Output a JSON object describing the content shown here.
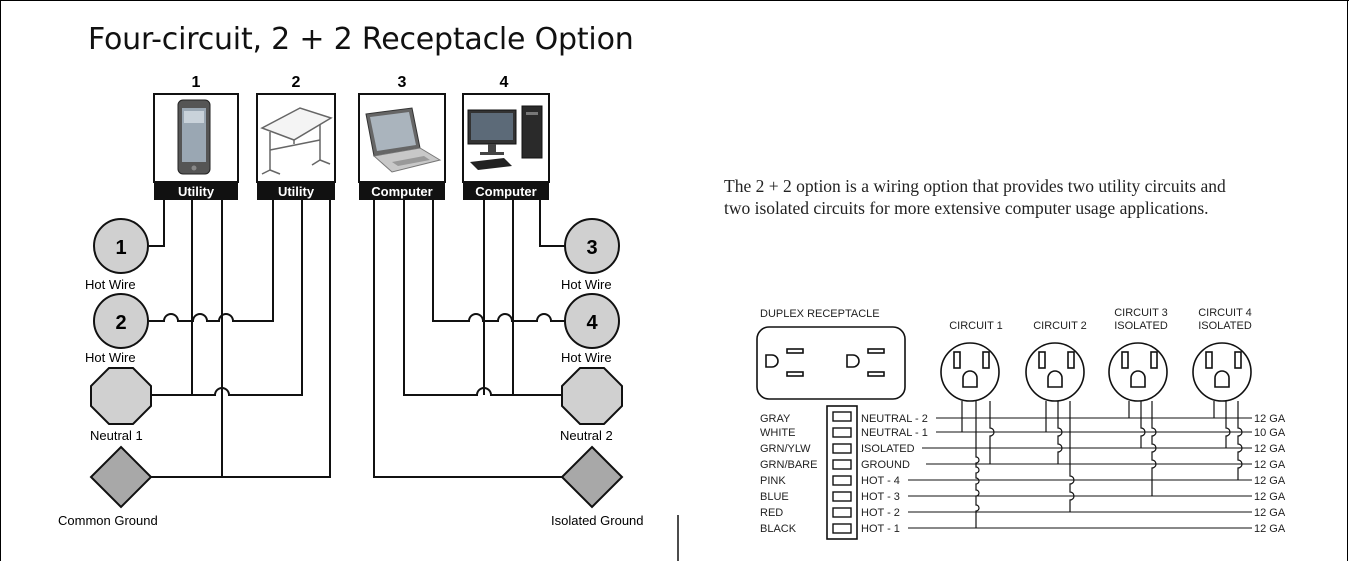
{
  "title": "Four-circuit, 2 + 2 Receptacle Option",
  "description": "The 2 + 2 option is a wiring option that provides two utility circuits and two isolated circuits for more extensive computer usage applications.",
  "left_diagram": {
    "circuits": [
      {
        "number": "1",
        "label": "Utility",
        "icon": "smartphone-icon"
      },
      {
        "number": "2",
        "label": "Utility",
        "icon": "desk-icon"
      },
      {
        "number": "3",
        "label": "Computer",
        "icon": "laptop-icon"
      },
      {
        "number": "4",
        "label": "Computer",
        "icon": "desktop-computer-icon"
      }
    ],
    "terminals": {
      "hot1": {
        "number": "1",
        "label": "Hot Wire"
      },
      "hot2": {
        "number": "2",
        "label": "Hot Wire"
      },
      "hot3": {
        "number": "3",
        "label": "Hot Wire"
      },
      "hot4": {
        "number": "4",
        "label": "Hot Wire"
      },
      "neutral1": "Neutral 1",
      "neutral2": "Neutral 2",
      "common_ground": "Common Ground",
      "isolated_ground": "Isolated Ground"
    }
  },
  "right_diagram": {
    "duplex_label": "DUPLEX RECEPTACLE",
    "circuit_headers": [
      {
        "line1": "",
        "line2": "CIRCUIT 1"
      },
      {
        "line1": "",
        "line2": "CIRCUIT 2"
      },
      {
        "line1": "CIRCUIT 3",
        "line2": "ISOLATED"
      },
      {
        "line1": "CIRCUIT 4",
        "line2": "ISOLATED"
      }
    ],
    "wires": [
      {
        "color": "GRAY",
        "name": "NEUTRAL - 2",
        "gauge": "12 GA"
      },
      {
        "color": "WHITE",
        "name": "NEUTRAL - 1",
        "gauge": "10 GA"
      },
      {
        "color": "GRN/YLW",
        "name": "ISOLATED",
        "gauge": "12 GA"
      },
      {
        "color": "GRN/BARE",
        "name": "GROUND",
        "gauge": "12 GA"
      },
      {
        "color": "PINK",
        "name": "HOT - 4",
        "gauge": "12 GA"
      },
      {
        "color": "BLUE",
        "name": "HOT - 3",
        "gauge": "12 GA"
      },
      {
        "color": "RED",
        "name": "HOT - 2",
        "gauge": "12 GA"
      },
      {
        "color": "BLACK",
        "name": "HOT - 1",
        "gauge": "12 GA"
      }
    ]
  },
  "colors": {
    "terminal_fill": "#d0d0d0",
    "label_bar": "#111111",
    "line": "#111111"
  }
}
